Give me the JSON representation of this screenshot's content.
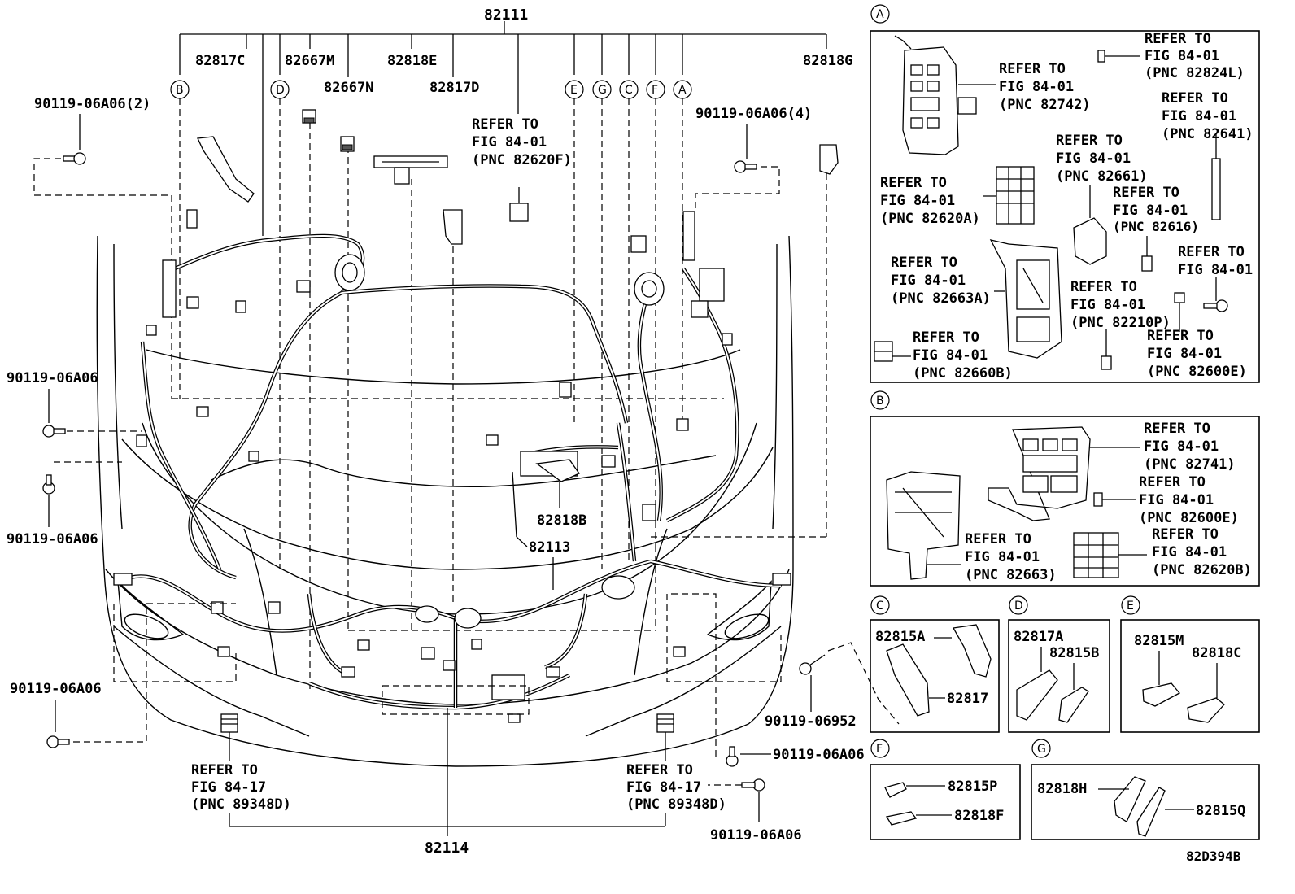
{
  "diagram_code": "82D394B",
  "main": {
    "top_part": "82111",
    "labels": {
      "p82817C": "82817C",
      "p82667M": "82667M",
      "p82667N": "82667N",
      "p82818E": "82818E",
      "p82817D": "82817D",
      "p82818G": "82818G",
      "p82818B": "82818B",
      "p82113": "82113",
      "p82114": "82114"
    },
    "callouts": {
      "B": "B",
      "D": "D",
      "E": "E",
      "G": "G",
      "C": "C",
      "F": "F",
      "A": "A"
    },
    "refer_82620F": [
      "REFER TO",
      "FIG 84-01",
      "(PNC 82620F)"
    ],
    "refer_left": [
      "REFER TO",
      "FIG 84-17",
      "(PNC 89348D)"
    ],
    "refer_right": [
      "REFER TO",
      "FIG 84-17",
      "(PNC 89348D)"
    ],
    "bolts": {
      "b_top_left": "90119-06A06(2)",
      "b_top_right": "90119-06A06(4)",
      "b_left_1": "90119-06A06",
      "b_left_2": "90119-06A06",
      "b_left_3": "90119-06A06",
      "b_right_06952": "90119-06952",
      "b_right_1": "90119-06A06",
      "b_right_2": "90119-06A06"
    }
  },
  "panels": {
    "A": {
      "tag": "A",
      "refs": {
        "r82824L": [
          "REFER TO",
          "FIG 84-01",
          "(PNC 82824L)"
        ],
        "r82742": [
          "REFER TO",
          "FIG 84-01",
          "(PNC 82742)"
        ],
        "r82641": [
          "REFER TO",
          "FIG 84-01",
          "(PNC 82641)"
        ],
        "r82661": [
          "REFER TO",
          "FIG 84-01",
          "(PNC 82661)"
        ],
        "r82620A": [
          "REFER TO",
          "FIG 84-01",
          "(PNC 82620A)"
        ],
        "r82616": [
          "REFER TO",
          "FIG 84-01",
          "(PNC 82616)"
        ],
        "r82663A": [
          "REFER TO",
          "FIG 84-01",
          "(PNC 82663A)"
        ],
        "rFig": [
          "REFER TO",
          "FIG 84-01"
        ],
        "r82210P": [
          "REFER TO",
          "FIG 84-01",
          "(PNC 82210P)"
        ],
        "r82660B": [
          "REFER TO",
          "FIG 84-01",
          "(PNC 82660B)"
        ],
        "r82600E": [
          "REFER TO",
          "FIG 84-01",
          "(PNC 82600E)"
        ]
      }
    },
    "B": {
      "tag": "B",
      "refs": {
        "r82741": [
          "REFER TO",
          "FIG 84-01",
          "(PNC 82741)"
        ],
        "r82600E": [
          "REFER TO",
          "FIG 84-01",
          "(PNC 82600E)"
        ],
        "r82663": [
          "REFER TO",
          "FIG 84-01",
          "(PNC 82663)"
        ],
        "r82620B": [
          "REFER TO",
          "FIG 84-01",
          "(PNC 82620B)"
        ]
      }
    },
    "C": {
      "tag": "C",
      "parts": [
        "82815A",
        "82817"
      ]
    },
    "D": {
      "tag": "D",
      "parts": [
        "82817A",
        "82815B"
      ]
    },
    "E": {
      "tag": "E",
      "parts": [
        "82815M",
        "82818C"
      ]
    },
    "F": {
      "tag": "F",
      "parts": [
        "82815P",
        "82818F"
      ]
    },
    "G": {
      "tag": "G",
      "parts": [
        "82818H",
        "82815Q"
      ]
    }
  }
}
